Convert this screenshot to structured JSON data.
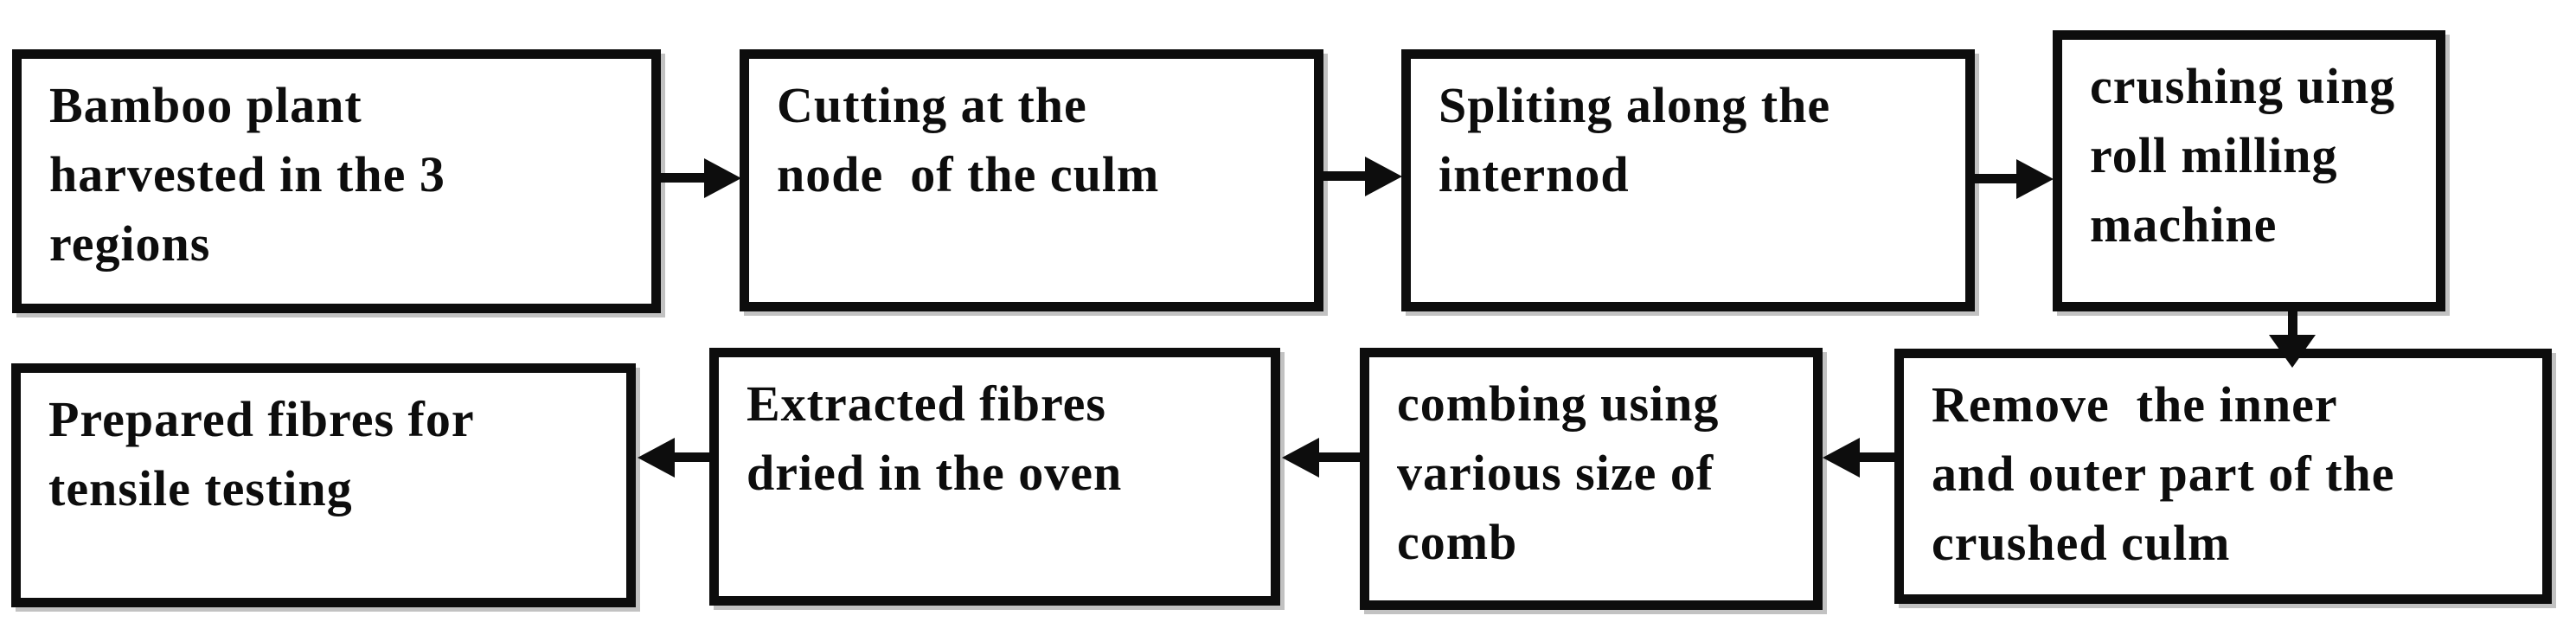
{
  "flowchart": {
    "description": "Bamboo fibre extraction process flow diagram, two rows of boxes connected by arrows",
    "colors": {
      "background": "#ffffff",
      "box_fill": "#ffffff",
      "box_border": "#0d0d0d",
      "text": "#0d0d0d",
      "arrow": "#0d0d0d",
      "shadow": "#c2c2c2"
    },
    "steps": [
      {
        "id": "harvest",
        "text": "Bamboo plant harvested in the 3 regions",
        "lines": [
          "Bamboo plant",
          "harvested in the 3",
          "regions"
        ]
      },
      {
        "id": "cutting",
        "text": "Cutting at the node  of the culm",
        "lines": [
          "Cutting at the",
          "node  of the culm"
        ]
      },
      {
        "id": "splitting",
        "text": "Spliting along the internod",
        "lines": [
          "Spliting along the",
          "internod"
        ]
      },
      {
        "id": "crushing",
        "text": "crushing uing roll milling machine",
        "lines": [
          "crushing uing",
          "roll milling",
          "machine"
        ]
      },
      {
        "id": "remove",
        "text": "Remove  the inner and outer part of the crushed culm",
        "lines": [
          "Remove  the inner",
          "and outer part of the",
          "crushed culm"
        ]
      },
      {
        "id": "combing",
        "text": "combing using various size of comb",
        "lines": [
          "combing using",
          "various size of",
          "comb"
        ]
      },
      {
        "id": "drying",
        "text": "Extracted fibres dried in the oven",
        "lines": [
          "Extracted fibres",
          "dried in the oven"
        ]
      },
      {
        "id": "prepared",
        "text": "Prepared fibres for tensile testing",
        "lines": [
          "Prepared fibres for",
          "tensile testing"
        ]
      }
    ],
    "connections": [
      {
        "from": "harvest",
        "to": "cutting",
        "direction": "right"
      },
      {
        "from": "cutting",
        "to": "splitting",
        "direction": "right"
      },
      {
        "from": "splitting",
        "to": "crushing",
        "direction": "right"
      },
      {
        "from": "crushing",
        "to": "remove",
        "direction": "down"
      },
      {
        "from": "remove",
        "to": "combing",
        "direction": "left"
      },
      {
        "from": "combing",
        "to": "drying",
        "direction": "left"
      },
      {
        "from": "drying",
        "to": "prepared",
        "direction": "left"
      }
    ]
  }
}
